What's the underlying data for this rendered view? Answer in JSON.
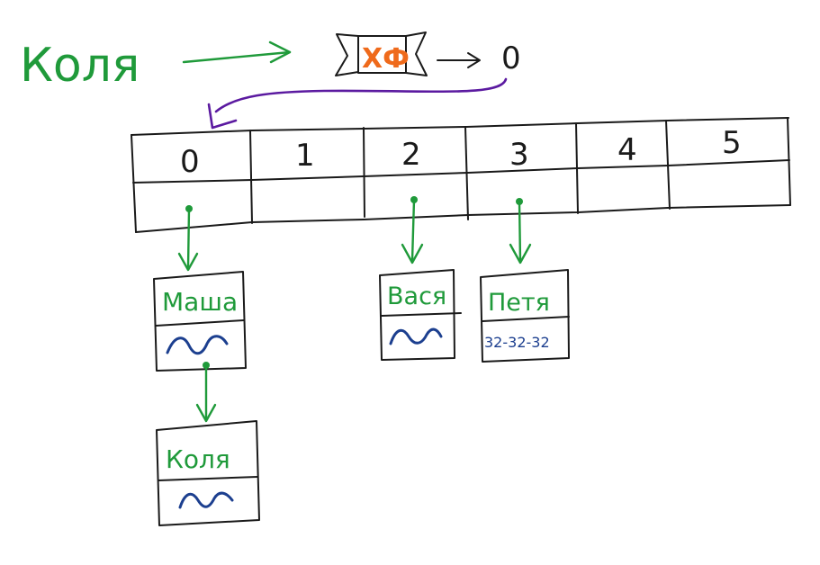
{
  "key_label": "Коля",
  "hash_function": {
    "label": "ХФ",
    "result": "0"
  },
  "table": {
    "indices": [
      "0",
      "1",
      "2",
      "3",
      "4",
      "5"
    ]
  },
  "nodes": {
    "masha": {
      "name": "Маша"
    },
    "kolya": {
      "name": "Коля"
    },
    "vasya": {
      "name": "Вася"
    },
    "petya": {
      "name": "Петя",
      "value": "32-32-32"
    }
  },
  "colors": {
    "green": "#1f9a3a",
    "orange": "#ef6a1b",
    "purple": "#5b1aa0",
    "blue": "#1c3f8f",
    "black": "#1a1a1a"
  }
}
